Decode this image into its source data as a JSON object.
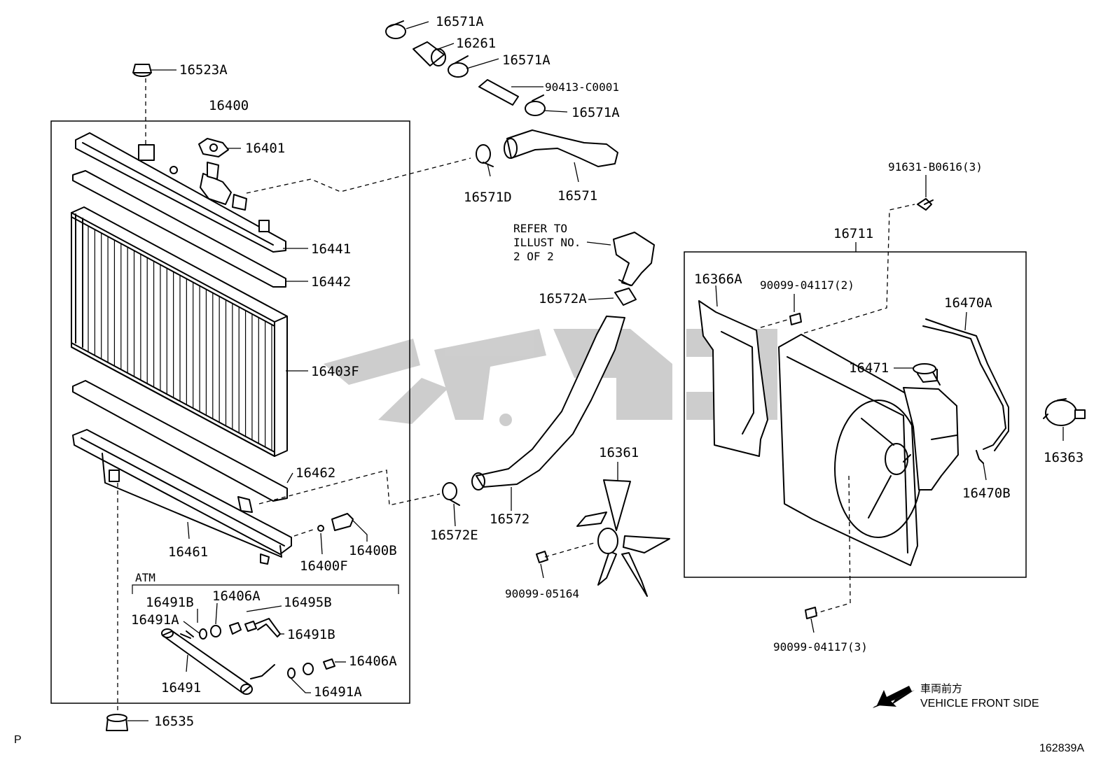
{
  "labels": {
    "p16571A_1": "16571A",
    "p16261": "16261",
    "p16571A_2": "16571A",
    "p90413": "90413-C0001",
    "p16571A_3": "16571A",
    "p16523A": "16523A",
    "p16400": "16400",
    "p16401": "16401",
    "p16571D": "16571D",
    "p16571": "16571",
    "p16441": "16441",
    "p16442": "16442",
    "p16403F": "16403F",
    "p16462": "16462",
    "p16461": "16461",
    "p16400F": "16400F",
    "p16400B": "16400B",
    "p16491B_1": "16491B",
    "p16406A_1": "16406A",
    "p16495B": "16495B",
    "p16491A_1": "16491A",
    "p16491B_2": "16491B",
    "p16406A_2": "16406A",
    "p16491": "16491",
    "p16491A_2": "16491A",
    "p16535": "16535",
    "p16572A": "16572A",
    "p16572": "16572",
    "p16572E": "16572E",
    "p16361": "16361",
    "p90099_05164": "90099-05164",
    "p91631": "91631-B0616(3)",
    "p16711": "16711",
    "p16366A": "16366A",
    "p90099_04117_2": "90099-04117(2)",
    "p16470A": "16470A",
    "p16471": "16471",
    "p16363": "16363",
    "p16470B": "16470B",
    "p90099_04117_3": "90099-04117(3)"
  },
  "group_label": "ATM",
  "refer_note": [
    "REFER TO",
    "ILLUST NO.",
    "2 OF 2"
  ],
  "direction": {
    "japanese": "車両前方",
    "english": "VEHICLE FRONT SIDE"
  },
  "corner_mark": "P",
  "illustration_id": "162839A",
  "colors": {
    "line": "#000000",
    "background": "#ffffff",
    "watermark": "#a6a6a6"
  },
  "icons": [
    "front-direction-arrow-icon"
  ]
}
